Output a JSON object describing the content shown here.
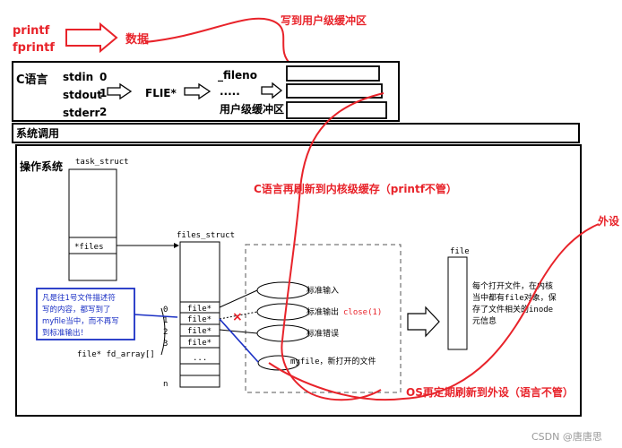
{
  "top": {
    "printf": "printf",
    "fprintf": "fprintf",
    "data_label": "数据",
    "write_user_buffer": "写到用户级缓冲区"
  },
  "c_layer": {
    "title": "C语言",
    "stdin": "stdin",
    "stdout": "stdout",
    "stderr": "stderr",
    "fd0": "0",
    "fd1": "1",
    "fd2": "2",
    "file_ptr": "FLIE*",
    "fileno": "_fileno",
    "ellipsis": ".....",
    "user_buffer": "用户级缓冲区"
  },
  "syscall": {
    "title": "系统调用"
  },
  "os": {
    "title": "操作系统",
    "task_struct": "task_struct",
    "files_field": "*files",
    "files_struct": "files_struct",
    "fd_array": "file* fd_array[]",
    "fd_indices": [
      "0",
      "1",
      "2",
      "3",
      "n"
    ],
    "fd_entries": [
      "file*",
      "file*",
      "file*",
      "file*",
      "..."
    ],
    "cross_mark": "×",
    "blue_note": [
      "凡是往1号文件描述符",
      "写的内容，都写到了",
      "myfile当中，而不再写",
      "到标准输出！"
    ],
    "ellipse_stdin": "标准输入",
    "ellipse_stdout": "标准输出",
    "ellipse_stdout_close": "close(1)",
    "ellipse_stderr": "标准错误",
    "ellipse_myfile": "myfile，新打开的文件",
    "file_label": "file",
    "file_desc": [
      "每个打开文件，在内核",
      "当中都有file对象，保",
      "存了文件相关的inode",
      "元信息"
    ]
  },
  "annotations": {
    "c_flush_kernel": "C语言再刷新到内核级缓存（printf不管）",
    "peripheral": "外设",
    "os_flush": "OS再定期刷新到外设（语言不管）"
  },
  "watermark": "CSDN @唐唐思",
  "colors": {
    "red": "#e8232a",
    "blue": "#1a2fc4",
    "black": "#000000"
  }
}
